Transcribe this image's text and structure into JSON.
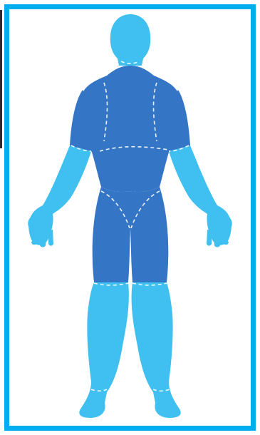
{
  "colors": {
    "frame_border": "#00AEEF",
    "background": "#FFFFFF",
    "light_region": "#3FC0F0",
    "dark_region": "#3475C6",
    "seam_lines": "#FFFFFF"
  },
  "figure": {
    "regions": [
      {
        "id": "head-neck",
        "shade": "light"
      },
      {
        "id": "torso",
        "shade": "dark"
      },
      {
        "id": "left-upper-arm",
        "shade": "dark"
      },
      {
        "id": "right-upper-arm",
        "shade": "dark"
      },
      {
        "id": "left-forearm-hand",
        "shade": "light"
      },
      {
        "id": "right-forearm-hand",
        "shade": "light"
      },
      {
        "id": "pelvis-thighs",
        "shade": "dark"
      },
      {
        "id": "left-lower-leg-foot",
        "shade": "light"
      },
      {
        "id": "right-lower-leg-foot",
        "shade": "light"
      }
    ]
  }
}
